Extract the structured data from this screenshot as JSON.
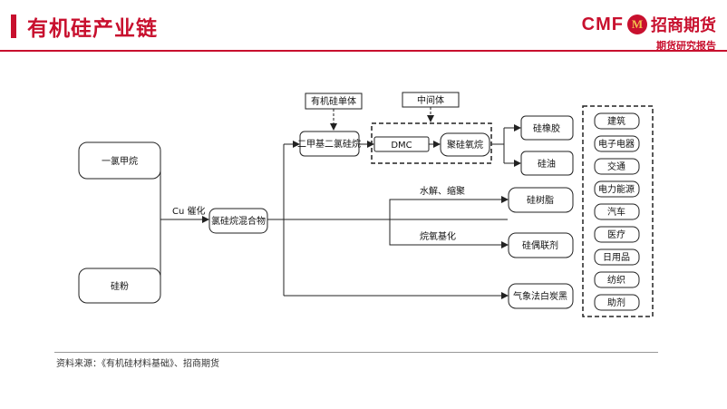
{
  "header": {
    "title": "有机硅产业链",
    "logo_text": "CMF",
    "logo_cn": "招商期货",
    "logo_subtitle": "期货研究报告",
    "logo_mark": "M"
  },
  "diagram": {
    "nodes": {
      "methyl_chloride": "一氯甲烷",
      "silicon_powder": "硅粉",
      "chlorosilane_mix": "氯硅烷混合物",
      "dmdcs": "二甲基二氯硅烷",
      "dmc": "DMC",
      "polysiloxane": "聚硅氧烷",
      "silicone_rubber": "硅橡胶",
      "silicone_oil": "硅油",
      "silicone_resin": "硅树脂",
      "silane_coupling": "硅偶联剂",
      "fumed_silica": "气象法白炭黑"
    },
    "labels": {
      "catalyst": "Cu 催化",
      "monomer": "有机硅单体",
      "intermediate": "中间体",
      "hydrolysis": "水解、缩聚",
      "alkoxylation": "烷氧基化"
    },
    "applications": [
      "建筑",
      "电子电器",
      "交通",
      "电力能源",
      "汽车",
      "医疗",
      "日用品",
      "纺织",
      "助剂"
    ]
  },
  "footer": {
    "source": "资料来源：《有机硅材料基础》、招商期货"
  }
}
